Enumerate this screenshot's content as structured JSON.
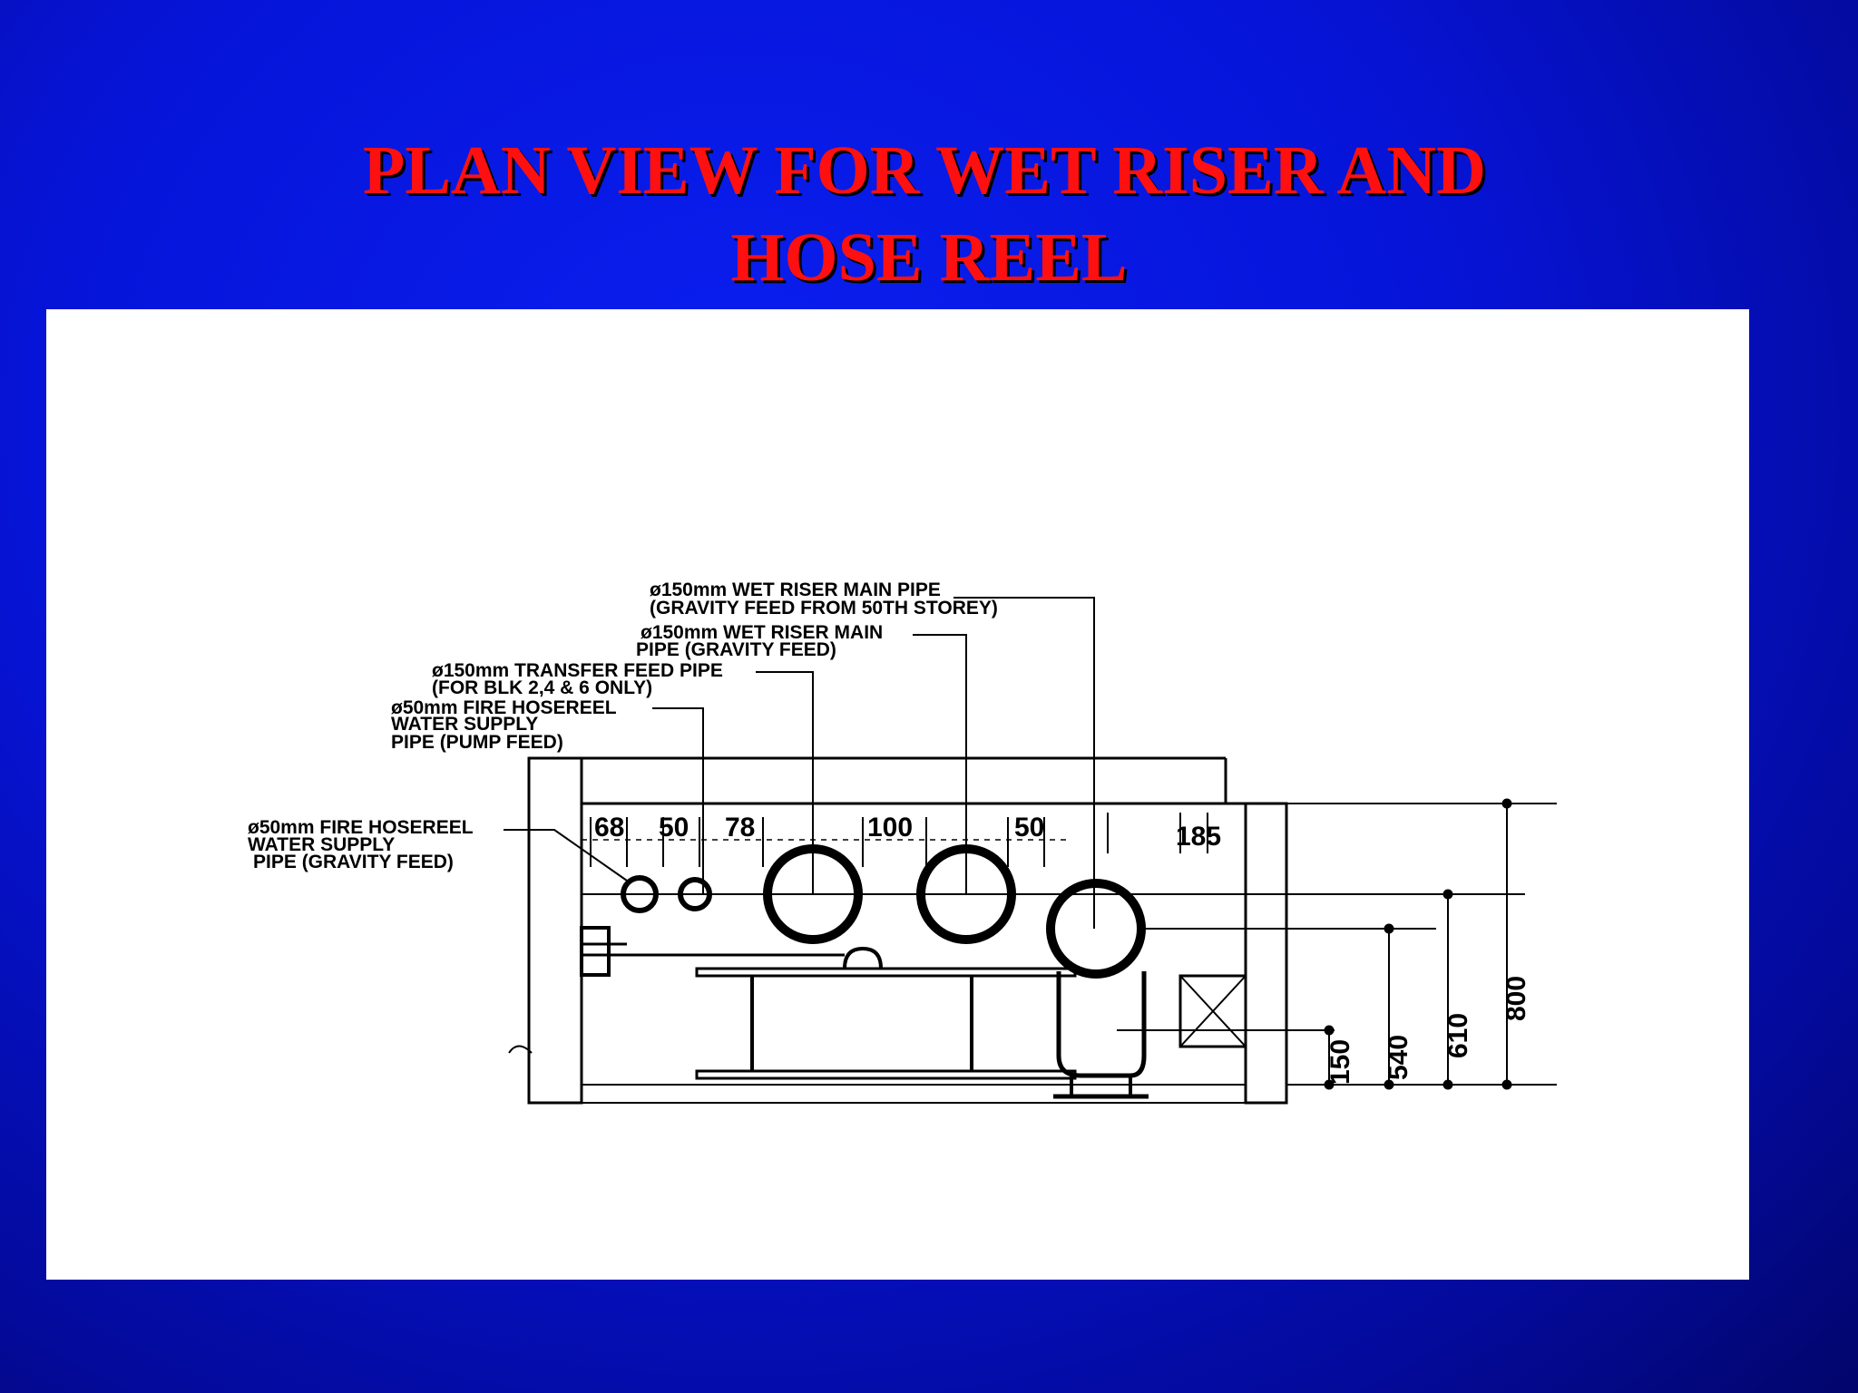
{
  "slide": {
    "title_line1": "PLAN VIEW FOR WET RISER AND",
    "title_line2": "HOSE REEL"
  },
  "drawing": {
    "labels": {
      "riser_50th_line1": "ø150mm WET RISER MAIN PIPE",
      "riser_50th_line2": "(GRAVITY FEED FROM 50TH STOREY)",
      "riser_gravity_line1": "ø150mm WET RISER MAIN",
      "riser_gravity_line2": "PIPE (GRAVITY FEED)",
      "transfer_line1": "ø150mm TRANSFER FEED PIPE",
      "transfer_line2": "(FOR BLK 2,4 & 6 ONLY)",
      "hosereel_pump_line1": "ø50mm FIRE HOSEREEL",
      "hosereel_pump_line2": "WATER SUPPLY",
      "hosereel_pump_line3": "PIPE (PUMP FEED)",
      "hosereel_gravity_line1": "ø50mm FIRE HOSEREEL",
      "hosereel_gravity_line2": "WATER SUPPLY",
      "hosereel_gravity_line3": "PIPE (GRAVITY FEED)"
    },
    "dimensions": {
      "d68": "68",
      "d50a": "50",
      "d78": "78",
      "d100": "100",
      "d50b": "50",
      "d185": "185",
      "d150": "150",
      "d540": "540",
      "d610": "610",
      "d800": "800"
    }
  }
}
